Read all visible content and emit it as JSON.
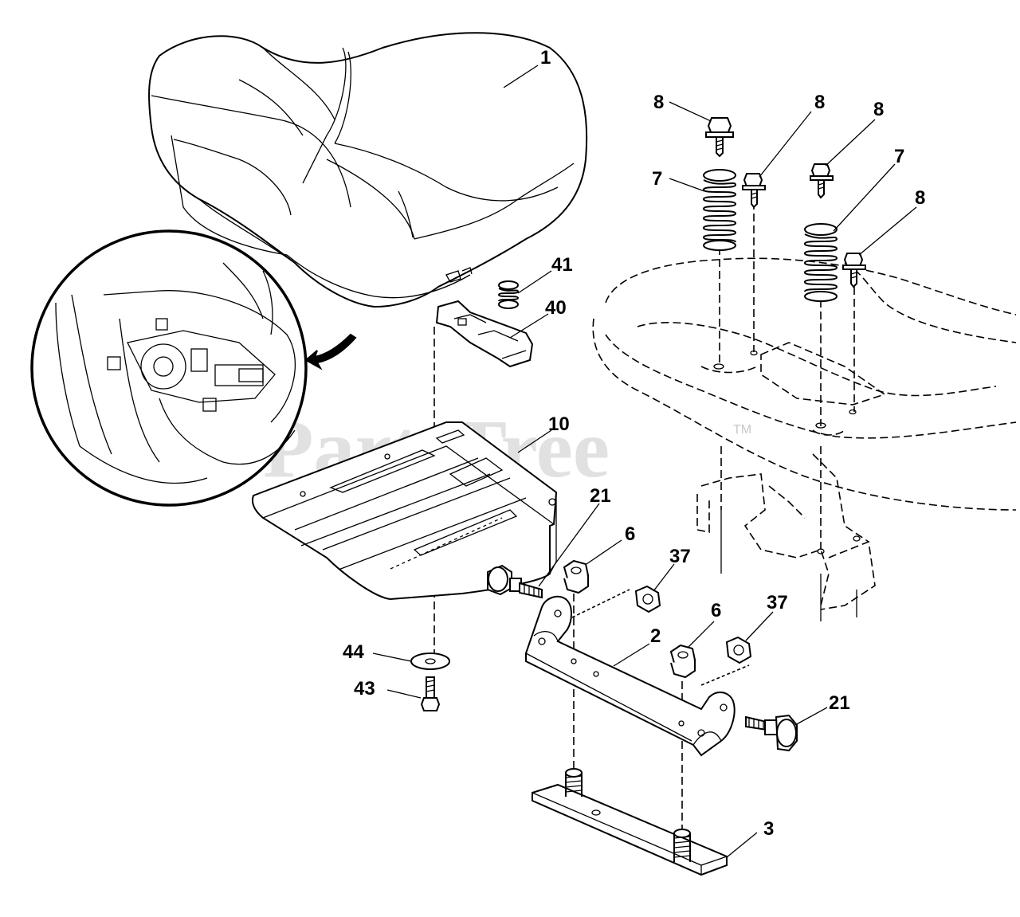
{
  "watermark": {
    "text": "PartsTree",
    "trademark": "TM"
  },
  "callouts": {
    "seat": "1",
    "bolt_a": "8",
    "bolt_b": "8",
    "bolt_c": "8",
    "bolt_d": "8",
    "spring_left": "7",
    "spring_right": "7",
    "seat_spring": "41",
    "seat_latch": "40",
    "seat_pan": "10",
    "shoulder_bolt_left": "21",
    "shoulder_bolt_right": "21",
    "nut_upper": "6",
    "nut_lower": "6",
    "locknut_upper": "37",
    "locknut_lower": "37",
    "bracket": "2",
    "plate": "3",
    "washer": "44",
    "screw": "43"
  }
}
